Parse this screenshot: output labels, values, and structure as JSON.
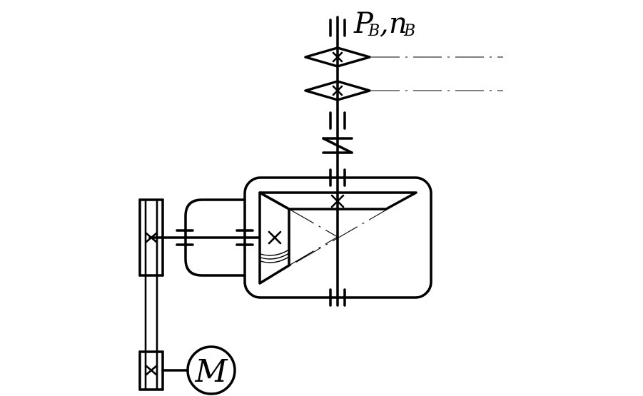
{
  "output_label": {
    "power_symbol": "P",
    "power_subscript": "B",
    "separator": ",",
    "speed_symbol": "n",
    "speed_subscript": "B"
  },
  "motor_label": "M",
  "colors": {
    "stroke": "#000000",
    "background": "#ffffff"
  }
}
